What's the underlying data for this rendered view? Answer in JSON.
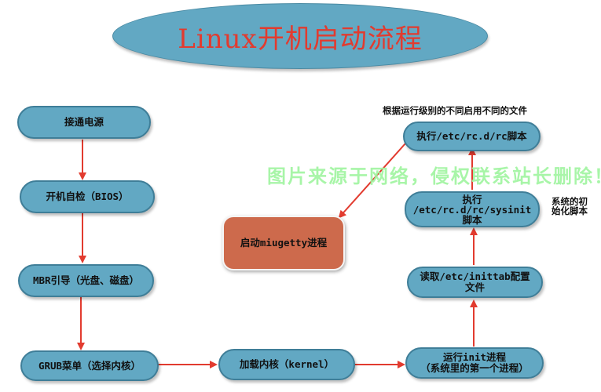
{
  "title": "Linux开机启动流程",
  "colors": {
    "node_fill": "#62a8c3",
    "node_border": "#3f7e98",
    "highlight_fill": "#cd6a4c",
    "arrow": "#e23b2f",
    "title_text": "#e23b2f",
    "watermark": "#9ff59f"
  },
  "nodes": {
    "power_on": "接通电源",
    "bios": "开机自检（BIOS）",
    "mbr": "MBR引导（光盘、磁盘）",
    "grub": "GRUB菜单（选择内核）",
    "kernel": "加载内核（kernel）",
    "init_line1": "运行init进程",
    "init_line2": "（系统里的第一个进程）",
    "inittab_line1": "读取/etc/inittab配置",
    "inittab_line2": "文件",
    "sysinit_line1": "执行",
    "sysinit_line2": "/etc/rc.d/rc/sysinit",
    "sysinit_line3": "脚本",
    "rc": "执行/etc/rc.d/rc脚本",
    "mingetty": "启动miugetty进程"
  },
  "annotations": {
    "rc_note": "根据运行级别的不同启用不同的文件",
    "sysinit_note_line1": "系统的初",
    "sysinit_note_line2": "始化脚本"
  },
  "watermark": "图片来源于网络，侵权联系站长删除！"
}
